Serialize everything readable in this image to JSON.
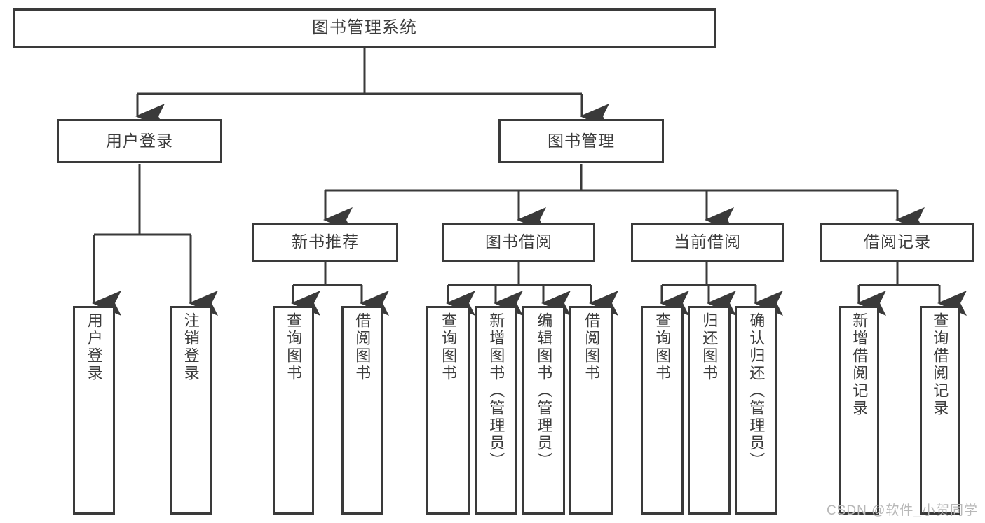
{
  "diagram": {
    "type": "tree",
    "title": "图书管理系统",
    "watermark": "CSDN @软件_小贺同学",
    "root": {
      "label": "图书管理系统"
    },
    "level2": [
      {
        "label": "用户登录"
      },
      {
        "label": "图书管理"
      }
    ],
    "level3": [
      {
        "label": "新书推荐"
      },
      {
        "label": "图书借阅"
      },
      {
        "label": "当前借阅"
      },
      {
        "label": "借阅记录"
      }
    ],
    "leaves": {
      "user_login": [
        {
          "label": "用户登录"
        },
        {
          "label": "注销登录"
        }
      ],
      "new_book_recommend": [
        {
          "label": "查询图书"
        },
        {
          "label": "借阅图书"
        }
      ],
      "book_borrow": [
        {
          "label": "查询图书"
        },
        {
          "label": "新增图书（管理员）"
        },
        {
          "label": "编辑图书（管理员）"
        },
        {
          "label": "借阅图书"
        }
      ],
      "current_borrow": [
        {
          "label": "查询图书"
        },
        {
          "label": "归还图书"
        },
        {
          "label": "确认归还（管理员）"
        }
      ],
      "borrow_record": [
        {
          "label": "新增借阅记录"
        },
        {
          "label": "查询借阅记录"
        }
      ]
    },
    "colors": {
      "stroke": "#3a3a3a",
      "text": "#3c3c3c",
      "background": "#ffffff",
      "watermark": "#b8b8b8"
    }
  }
}
